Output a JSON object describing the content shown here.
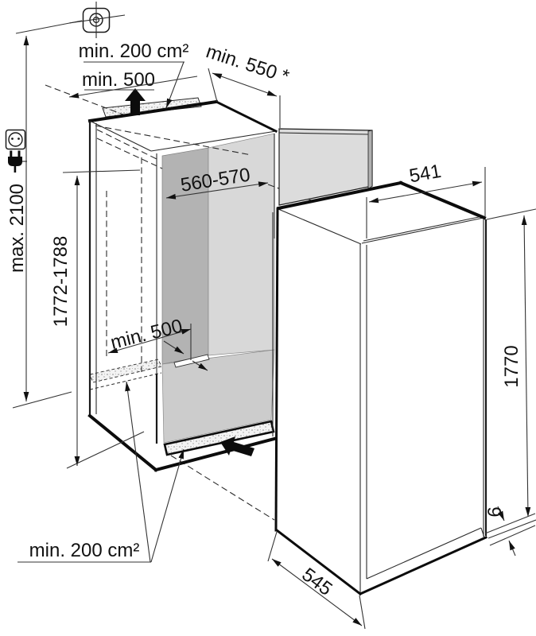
{
  "diagram": {
    "title": "built-in refrigerator installation drawing",
    "dimensions": {
      "top_vent_area": "min. 200 cm²",
      "top_rear_gap": "min. 500",
      "niche_depth": "min. 550 *",
      "niche_width": "560-570",
      "cabinet_top_depth": "541",
      "max_socket_height": "max. 2100",
      "niche_height": "1772-1788",
      "floor_vent_width": "min. 500",
      "appliance_height": "1770",
      "rear_bottom_gap": "6",
      "bottom_vent_area": "min. 200 cm²",
      "appliance_bottom_depth": "545"
    },
    "icons": {
      "mounting_point": "crosshair-mounting-icon",
      "power_socket": "socket-icon",
      "power_plug": "plug-icon",
      "air_flow_out": "up-block-arrow",
      "air_flow_in": "diagonal-block-arrow"
    },
    "colors": {
      "line": "#1a1a1a",
      "wall_dark": "#b3b3b3",
      "wall_light": "#d8d8d8",
      "floor": "#cccccc",
      "panel": "#dcdcdc",
      "panel_edge": "#b0b0b0",
      "background": "#ffffff"
    }
  }
}
